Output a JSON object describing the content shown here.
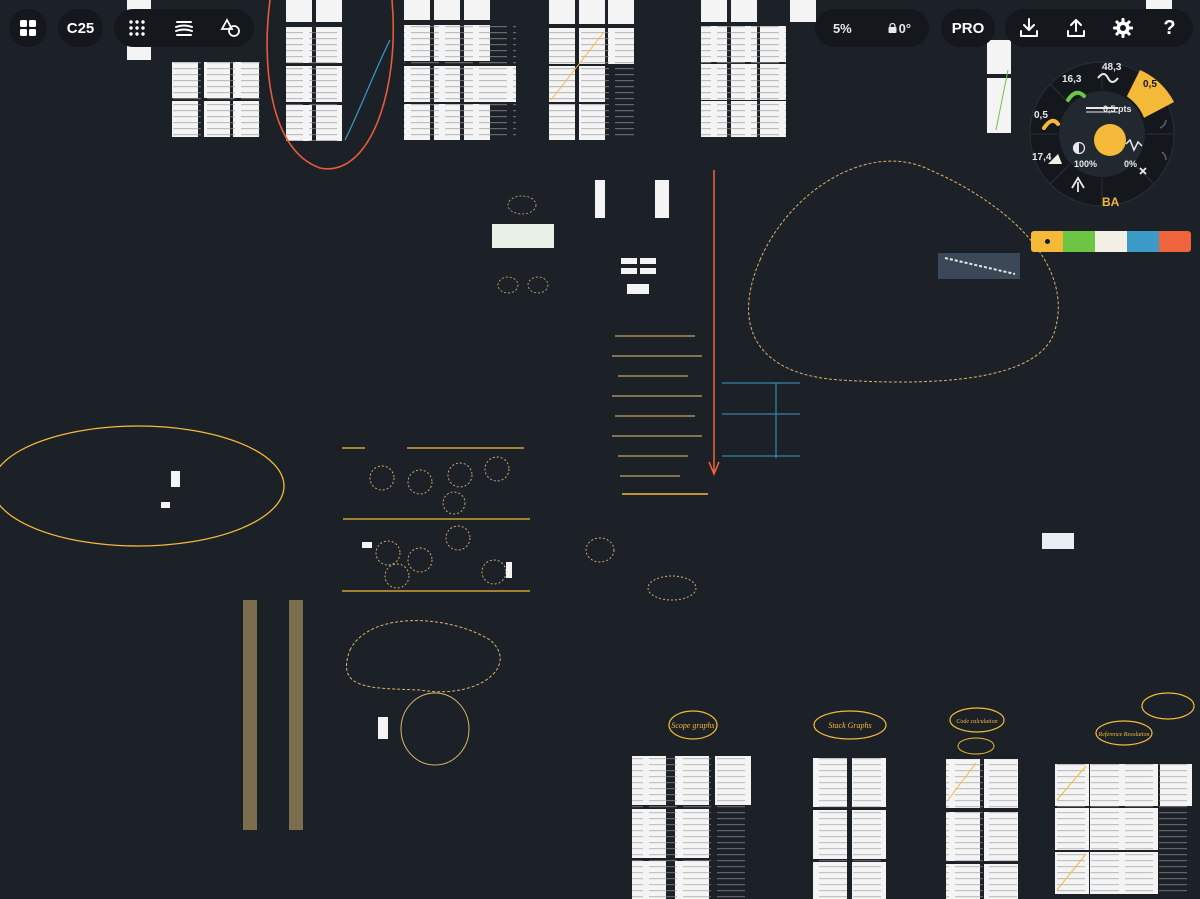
{
  "toolbar_left": {
    "canvas_name": "C25"
  },
  "toolbar_right": {
    "zoom": "5%",
    "rotation": "0°",
    "pro_label": "PRO"
  },
  "brush_wheel": {
    "top_value": "48,3",
    "left_value": "16,3",
    "active_value": "0,5",
    "side_value": "0,5",
    "bottom_left_value": "17,4",
    "size_label": "0,5 pts",
    "opacity": "100%",
    "smoothing": "0%",
    "mirror_label": "BA"
  },
  "canvas_labels": {
    "group_1": "Scope graphs",
    "group_2": "Stack Graphs",
    "group_3": "Code calculation",
    "group_4": "Reference Resolution"
  },
  "colors": {
    "background": "#1c2127",
    "toolbar": "#14181d",
    "accent": "#f5b93a",
    "palette": [
      "#f5b93a",
      "#6cc644",
      "#f2efe6",
      "#3b9bc6",
      "#f0643c"
    ]
  }
}
